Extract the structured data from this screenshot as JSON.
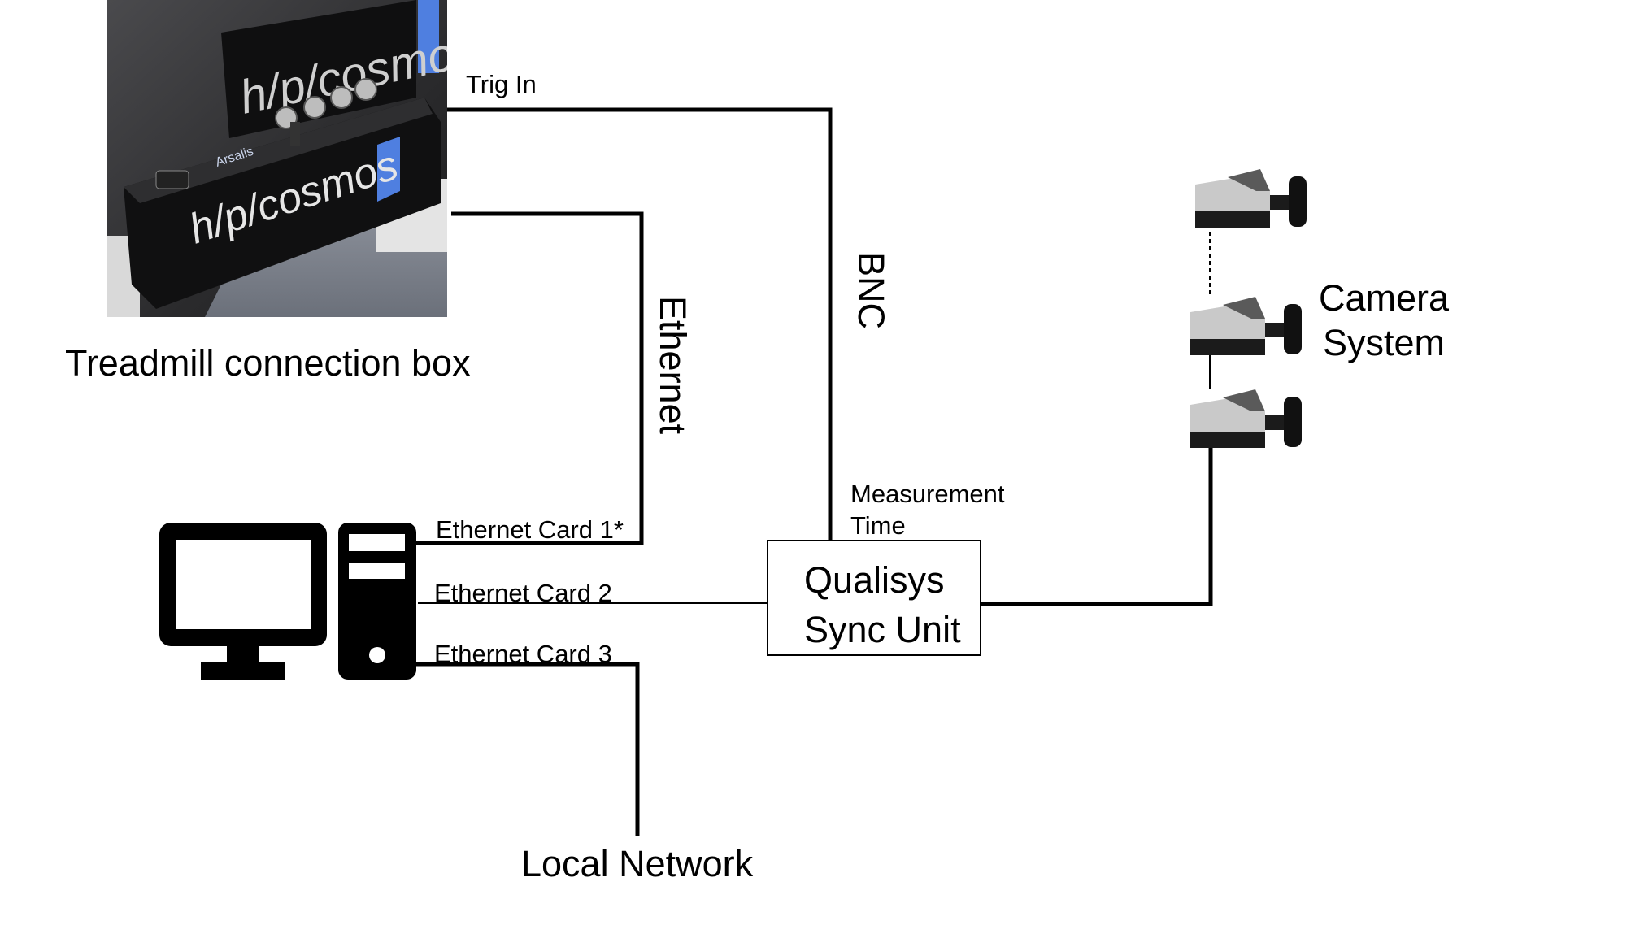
{
  "diagram": {
    "treadmill_box": {
      "label": "Treadmill connection box",
      "photo_brand_text": "h/p/cosmos",
      "photo_sub_brand_text": "Arsalis",
      "accent_color": "#4f7fe0"
    },
    "connections": {
      "trig_in": "Trig In",
      "bnc": "BNC",
      "ethernet": "Ethernet",
      "measurement_time_line1": "Measurement",
      "measurement_time_line2": "Time"
    },
    "computer": {
      "ethernet_card_1": "Ethernet Card 1*",
      "ethernet_card_2": "Ethernet Card 2",
      "ethernet_card_3": "Ethernet Card 3"
    },
    "sync_unit": {
      "line1": "Qualisys",
      "line2": "Sync Unit"
    },
    "camera_system": {
      "line1": "Camera",
      "line2": "System",
      "camera_count": 3
    },
    "local_network": {
      "label": "Local Network"
    }
  }
}
